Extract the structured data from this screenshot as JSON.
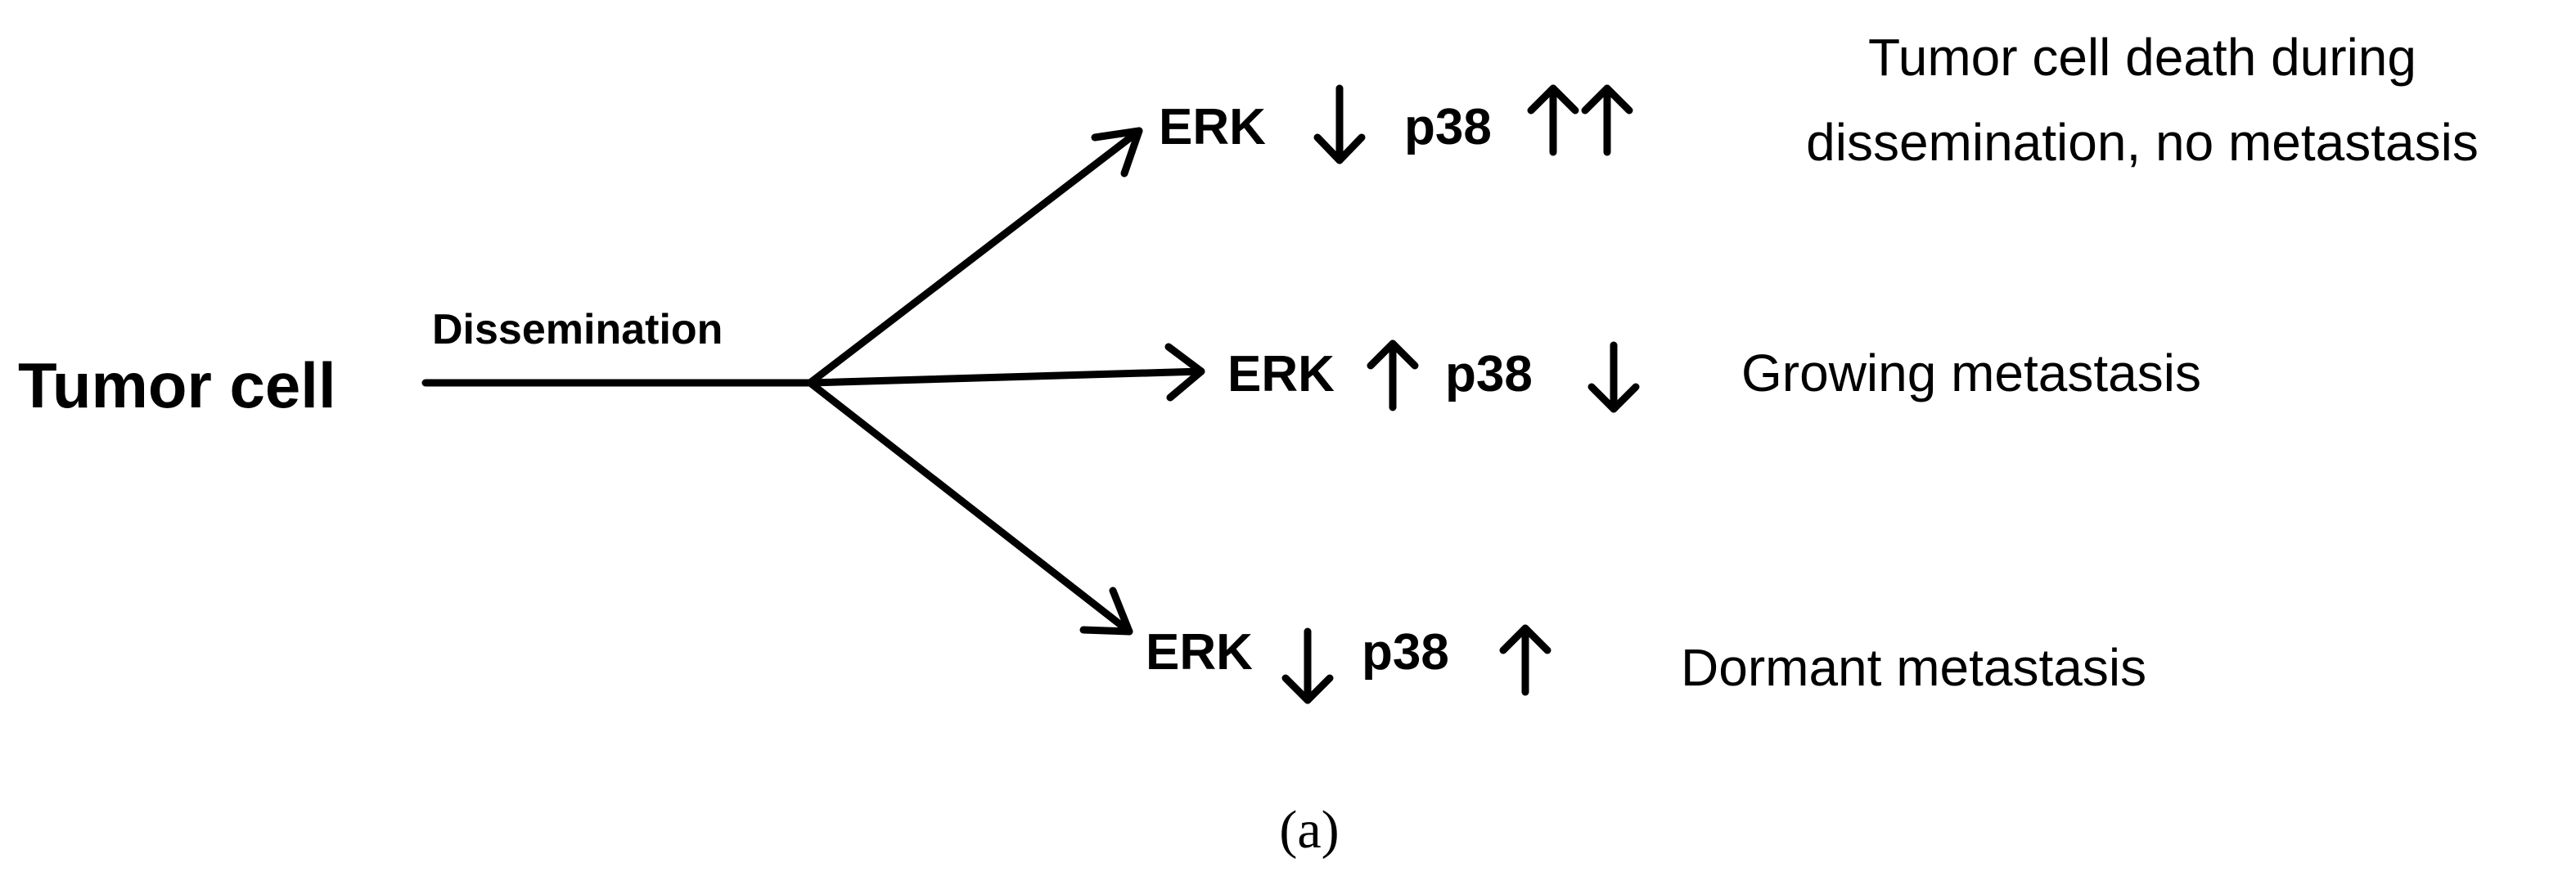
{
  "source": {
    "label": "Tumor cell"
  },
  "process": {
    "label": "Dissemination"
  },
  "branches": [
    {
      "erk_label": "ERK",
      "erk_level": [
        "down"
      ],
      "p38_label": "p38",
      "p38_level": [
        "up",
        "up"
      ],
      "outcome_lines": [
        "Tumor cell death during",
        "dissemination, no metastasis"
      ]
    },
    {
      "erk_label": "ERK",
      "erk_level": [
        "up"
      ],
      "p38_label": "p38",
      "p38_level": [
        "down"
      ],
      "outcome_lines": [
        "Growing metastasis"
      ]
    },
    {
      "erk_label": "ERK",
      "erk_level": [
        "down"
      ],
      "p38_label": "p38",
      "p38_level": [
        "up"
      ],
      "outcome_lines": [
        "Dormant metastasis"
      ]
    }
  ],
  "caption": "(a)"
}
